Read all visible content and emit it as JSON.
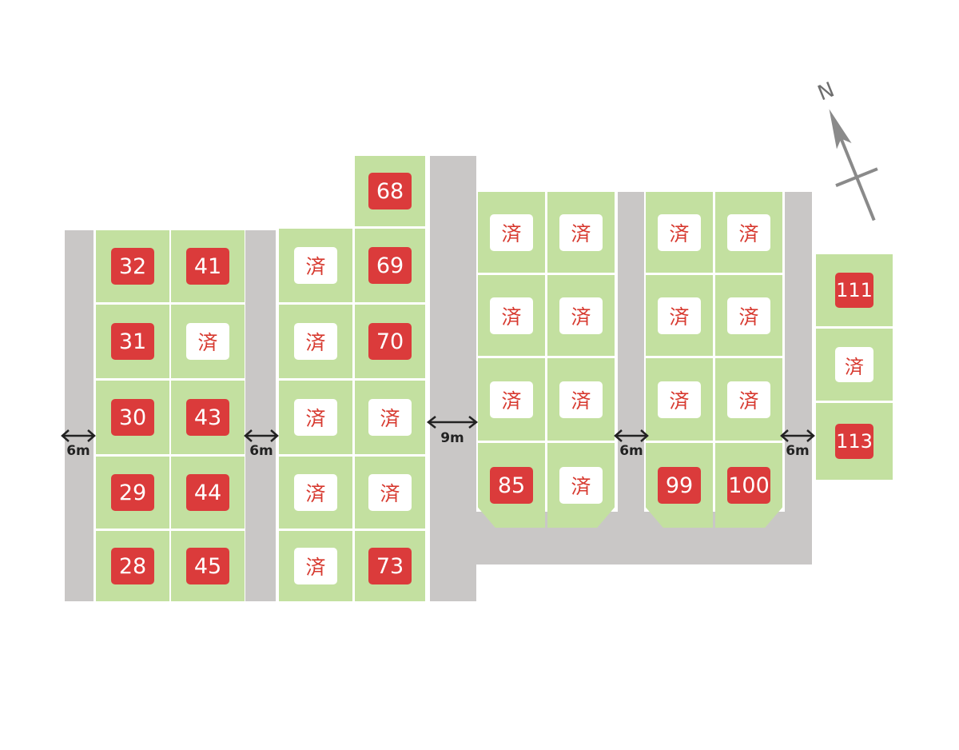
{
  "map": {
    "lots": [
      {
        "label": "32",
        "status": "available"
      },
      {
        "label": "41",
        "status": "available"
      },
      {
        "label": "31",
        "status": "available"
      },
      {
        "label": "済",
        "status": "sold"
      },
      {
        "label": "30",
        "status": "available"
      },
      {
        "label": "43",
        "status": "available"
      },
      {
        "label": "29",
        "status": "available"
      },
      {
        "label": "44",
        "status": "available"
      },
      {
        "label": "28",
        "status": "available"
      },
      {
        "label": "45",
        "status": "available"
      },
      {
        "label": "68",
        "status": "available"
      },
      {
        "label": "済",
        "status": "sold"
      },
      {
        "label": "69",
        "status": "available"
      },
      {
        "label": "済",
        "status": "sold"
      },
      {
        "label": "70",
        "status": "available"
      },
      {
        "label": "済",
        "status": "sold"
      },
      {
        "label": "済",
        "status": "sold"
      },
      {
        "label": "済",
        "status": "sold"
      },
      {
        "label": "済",
        "status": "sold"
      },
      {
        "label": "済",
        "status": "sold"
      },
      {
        "label": "73",
        "status": "available"
      },
      {
        "label": "済",
        "status": "sold"
      },
      {
        "label": "済",
        "status": "sold"
      },
      {
        "label": "済",
        "status": "sold"
      },
      {
        "label": "済",
        "status": "sold"
      },
      {
        "label": "済",
        "status": "sold"
      },
      {
        "label": "済",
        "status": "sold"
      },
      {
        "label": "85",
        "status": "available"
      },
      {
        "label": "済",
        "status": "sold"
      },
      {
        "label": "済",
        "status": "sold"
      },
      {
        "label": "済",
        "status": "sold"
      },
      {
        "label": "済",
        "status": "sold"
      },
      {
        "label": "済",
        "status": "sold"
      },
      {
        "label": "済",
        "status": "sold"
      },
      {
        "label": "済",
        "status": "sold"
      },
      {
        "label": "99",
        "status": "available"
      },
      {
        "label": "100",
        "status": "available"
      },
      {
        "label": "111",
        "status": "available"
      },
      {
        "label": "済",
        "status": "sold"
      },
      {
        "label": "113",
        "status": "available"
      }
    ],
    "road_widths": [
      "6m",
      "6m",
      "9m",
      "6m",
      "6m"
    ],
    "compass_label": "N",
    "colors": {
      "lot_green": "#c3e0a0",
      "road_gray": "#c9c7c6",
      "available_red": "#db3b3b",
      "sold_text_red": "#d7392f"
    }
  }
}
